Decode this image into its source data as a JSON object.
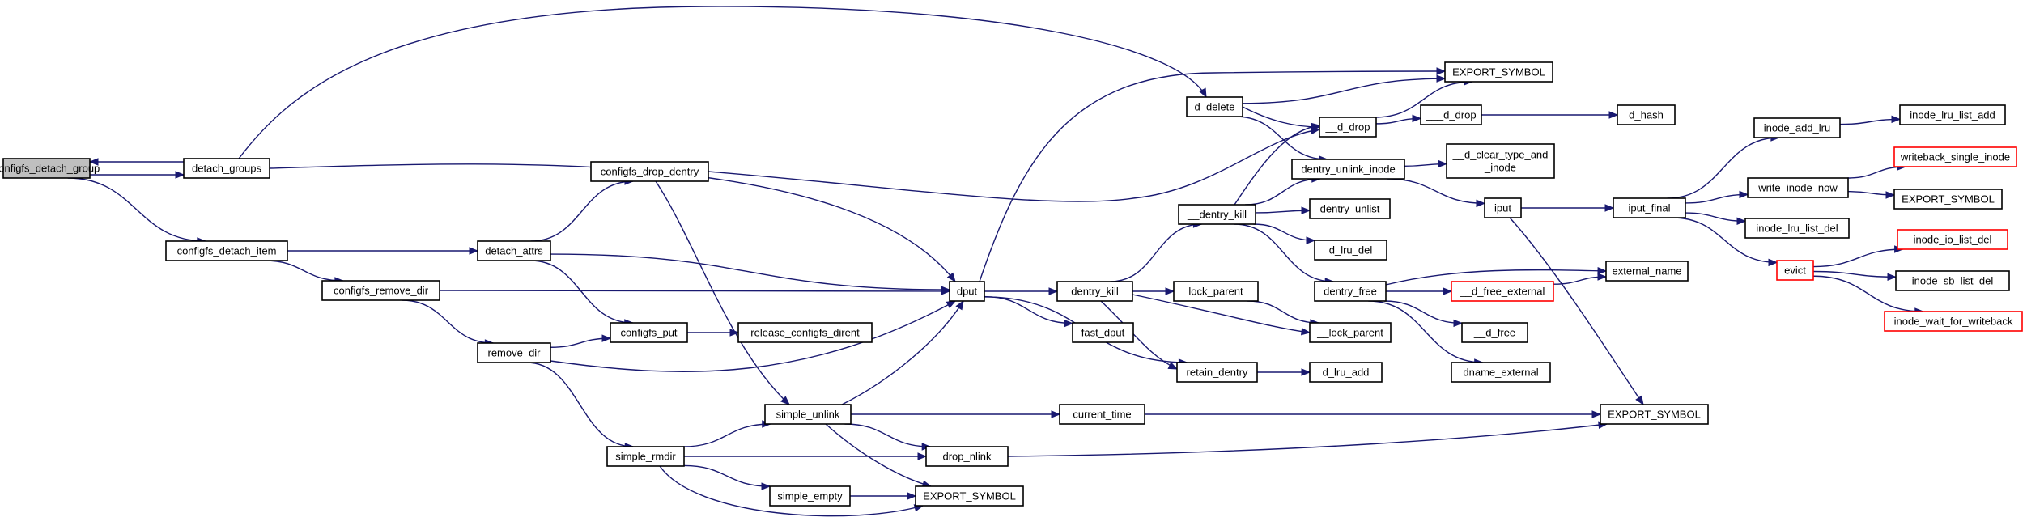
{
  "colors": {
    "edge": "#191970",
    "root_fill": "#bfbfbf",
    "node_border": "#000000",
    "missing_border": "#ff0000"
  },
  "nodes": [
    {
      "id": "configfs_detach_group",
      "lines": [
        "configfs_detach_group"
      ],
      "root": true
    },
    {
      "id": "detach_groups",
      "lines": [
        "detach_groups"
      ]
    },
    {
      "id": "configfs_detach_item",
      "lines": [
        "configfs_detach_item"
      ]
    },
    {
      "id": "configfs_remove_dir",
      "lines": [
        "configfs_remove_dir"
      ]
    },
    {
      "id": "detach_attrs",
      "lines": [
        "detach_attrs"
      ]
    },
    {
      "id": "configfs_drop_dentry",
      "lines": [
        "configfs_drop_dentry"
      ]
    },
    {
      "id": "remove_dir",
      "lines": [
        "remove_dir"
      ]
    },
    {
      "id": "configfs_put",
      "lines": [
        "configfs_put"
      ]
    },
    {
      "id": "release_configfs_dirent",
      "lines": [
        "release_configfs_dirent"
      ]
    },
    {
      "id": "simple_rmdir",
      "lines": [
        "simple_rmdir"
      ]
    },
    {
      "id": "simple_unlink",
      "lines": [
        "simple_unlink"
      ]
    },
    {
      "id": "simple_empty",
      "lines": [
        "simple_empty"
      ]
    },
    {
      "id": "export_symbol_bottom",
      "lines": [
        "EXPORT_SYMBOL"
      ]
    },
    {
      "id": "dput",
      "lines": [
        "dput"
      ]
    },
    {
      "id": "drop_nlink",
      "lines": [
        "drop_nlink"
      ]
    },
    {
      "id": "dentry_kill",
      "lines": [
        "dentry_kill"
      ]
    },
    {
      "id": "fast_dput",
      "lines": [
        "fast_dput"
      ]
    },
    {
      "id": "current_time",
      "lines": [
        "current_time"
      ]
    },
    {
      "id": "d_delete",
      "lines": [
        "d_delete"
      ]
    },
    {
      "id": "export_symbol_top",
      "lines": [
        "EXPORT_SYMBOL"
      ]
    },
    {
      "id": "__d_drop",
      "lines": [
        "__d_drop"
      ]
    },
    {
      "id": "___d_drop",
      "lines": [
        "___d_drop"
      ]
    },
    {
      "id": "d_hash",
      "lines": [
        "d_hash"
      ]
    },
    {
      "id": "dentry_unlink_inode",
      "lines": [
        "dentry_unlink_inode"
      ]
    },
    {
      "id": "__d_clear_type_and_inode",
      "lines": [
        "__d_clear_type_and",
        "_inode"
      ]
    },
    {
      "id": "dentry_unlist",
      "lines": [
        "dentry_unlist"
      ]
    },
    {
      "id": "__dentry_kill",
      "lines": [
        "__dentry_kill"
      ]
    },
    {
      "id": "d_lru_del",
      "lines": [
        "d_lru_del"
      ]
    },
    {
      "id": "dentry_free",
      "lines": [
        "dentry_free"
      ]
    },
    {
      "id": "lock_parent",
      "lines": [
        "lock_parent"
      ]
    },
    {
      "id": "__lock_parent",
      "lines": [
        "__lock_parent"
      ]
    },
    {
      "id": "retain_dentry",
      "lines": [
        "retain_dentry"
      ]
    },
    {
      "id": "d_lru_add",
      "lines": [
        "d_lru_add"
      ]
    },
    {
      "id": "__d_free_external",
      "lines": [
        "__d_free_external"
      ],
      "red": true
    },
    {
      "id": "external_name",
      "lines": [
        "external_name"
      ]
    },
    {
      "id": "__d_free",
      "lines": [
        "__d_free"
      ]
    },
    {
      "id": "dname_external",
      "lines": [
        "dname_external"
      ]
    },
    {
      "id": "iput",
      "lines": [
        "iput"
      ]
    },
    {
      "id": "iput_final",
      "lines": [
        "iput_final"
      ]
    },
    {
      "id": "export_symbol_mid",
      "lines": [
        "EXPORT_SYMBOL"
      ]
    },
    {
      "id": "inode_add_lru",
      "lines": [
        "inode_add_lru"
      ]
    },
    {
      "id": "inode_lru_list_add",
      "lines": [
        "inode_lru_list_add"
      ]
    },
    {
      "id": "write_inode_now",
      "lines": [
        "write_inode_now"
      ]
    },
    {
      "id": "writeback_single_inode",
      "lines": [
        "writeback_single_inode"
      ],
      "red": true
    },
    {
      "id": "export_symbol_right",
      "lines": [
        "EXPORT_SYMBOL"
      ]
    },
    {
      "id": "inode_lru_list_del",
      "lines": [
        "inode_lru_list_del"
      ]
    },
    {
      "id": "evict",
      "lines": [
        "evict"
      ],
      "red": true
    },
    {
      "id": "inode_io_list_del",
      "lines": [
        "inode_io_list_del"
      ],
      "red": true
    },
    {
      "id": "inode_sb_list_del",
      "lines": [
        "inode_sb_list_del"
      ]
    },
    {
      "id": "inode_wait_for_writeback",
      "lines": [
        "inode_wait_for_writeback"
      ],
      "red": true
    }
  ],
  "edges": [
    [
      "configfs_detach_group",
      "detach_groups"
    ],
    [
      "configfs_detach_group",
      "configfs_detach_item"
    ],
    [
      "detach_groups",
      "configfs_detach_group"
    ],
    [
      "detach_groups",
      "d_delete"
    ],
    [
      "detach_groups",
      "dput"
    ],
    [
      "configfs_detach_item",
      "detach_attrs"
    ],
    [
      "configfs_detach_item",
      "configfs_remove_dir"
    ],
    [
      "configfs_remove_dir",
      "dput"
    ],
    [
      "configfs_remove_dir",
      "remove_dir"
    ],
    [
      "detach_attrs",
      "configfs_drop_dentry"
    ],
    [
      "detach_attrs",
      "dput"
    ],
    [
      "detach_attrs",
      "configfs_put"
    ],
    [
      "configfs_drop_dentry",
      "__d_drop"
    ],
    [
      "configfs_drop_dentry",
      "simple_unlink"
    ],
    [
      "remove_dir",
      "configfs_put"
    ],
    [
      "remove_dir",
      "dput"
    ],
    [
      "remove_dir",
      "simple_rmdir"
    ],
    [
      "configfs_put",
      "release_configfs_dirent"
    ],
    [
      "simple_rmdir",
      "simple_unlink"
    ],
    [
      "simple_rmdir",
      "drop_nlink"
    ],
    [
      "simple_rmdir",
      "simple_empty"
    ],
    [
      "simple_rmdir",
      "export_symbol_bottom"
    ],
    [
      "simple_unlink",
      "dput"
    ],
    [
      "simple_unlink",
      "current_time"
    ],
    [
      "simple_unlink",
      "drop_nlink"
    ],
    [
      "simple_unlink",
      "export_symbol_bottom"
    ],
    [
      "simple_empty",
      "export_symbol_bottom"
    ],
    [
      "dput",
      "export_symbol_top"
    ],
    [
      "dput",
      "dentry_kill"
    ],
    [
      "dput",
      "fast_dput"
    ],
    [
      "dput",
      "retain_dentry"
    ],
    [
      "drop_nlink",
      "export_symbol_mid"
    ],
    [
      "current_time",
      "export_symbol_mid"
    ],
    [
      "dentry_kill",
      "__dentry_kill"
    ],
    [
      "dentry_kill",
      "lock_parent"
    ],
    [
      "dentry_kill",
      "__lock_parent"
    ],
    [
      "dentry_kill",
      "retain_dentry"
    ],
    [
      "d_delete",
      "export_symbol_top"
    ],
    [
      "d_delete",
      "__d_drop"
    ],
    [
      "d_delete",
      "dentry_unlink_inode"
    ],
    [
      "__d_drop",
      "export_symbol_top"
    ],
    [
      "__d_drop",
      "___d_drop"
    ],
    [
      "___d_drop",
      "d_hash"
    ],
    [
      "__dentry_kill",
      "__d_drop"
    ],
    [
      "__dentry_kill",
      "dentry_unlink_inode"
    ],
    [
      "__dentry_kill",
      "dentry_unlist"
    ],
    [
      "__dentry_kill",
      "d_lru_del"
    ],
    [
      "__dentry_kill",
      "dentry_free"
    ],
    [
      "dentry_unlink_inode",
      "__d_clear_type_and_inode"
    ],
    [
      "dentry_unlink_inode",
      "iput"
    ],
    [
      "dentry_free",
      "external_name"
    ],
    [
      "dentry_free",
      "__d_free_external"
    ],
    [
      "dentry_free",
      "__d_free"
    ],
    [
      "dentry_free",
      "dname_external"
    ],
    [
      "__d_free_external",
      "external_name"
    ],
    [
      "lock_parent",
      "__lock_parent"
    ],
    [
      "retain_dentry",
      "d_lru_add"
    ],
    [
      "iput",
      "iput_final"
    ],
    [
      "iput",
      "export_symbol_mid"
    ],
    [
      "iput_final",
      "inode_add_lru"
    ],
    [
      "iput_final",
      "write_inode_now"
    ],
    [
      "iput_final",
      "inode_lru_list_del"
    ],
    [
      "iput_final",
      "evict"
    ],
    [
      "inode_add_lru",
      "inode_lru_list_add"
    ],
    [
      "write_inode_now",
      "writeback_single_inode"
    ],
    [
      "write_inode_now",
      "export_symbol_right"
    ],
    [
      "evict",
      "inode_io_list_del"
    ],
    [
      "evict",
      "inode_sb_list_del"
    ],
    [
      "evict",
      "inode_wait_for_writeback"
    ]
  ]
}
